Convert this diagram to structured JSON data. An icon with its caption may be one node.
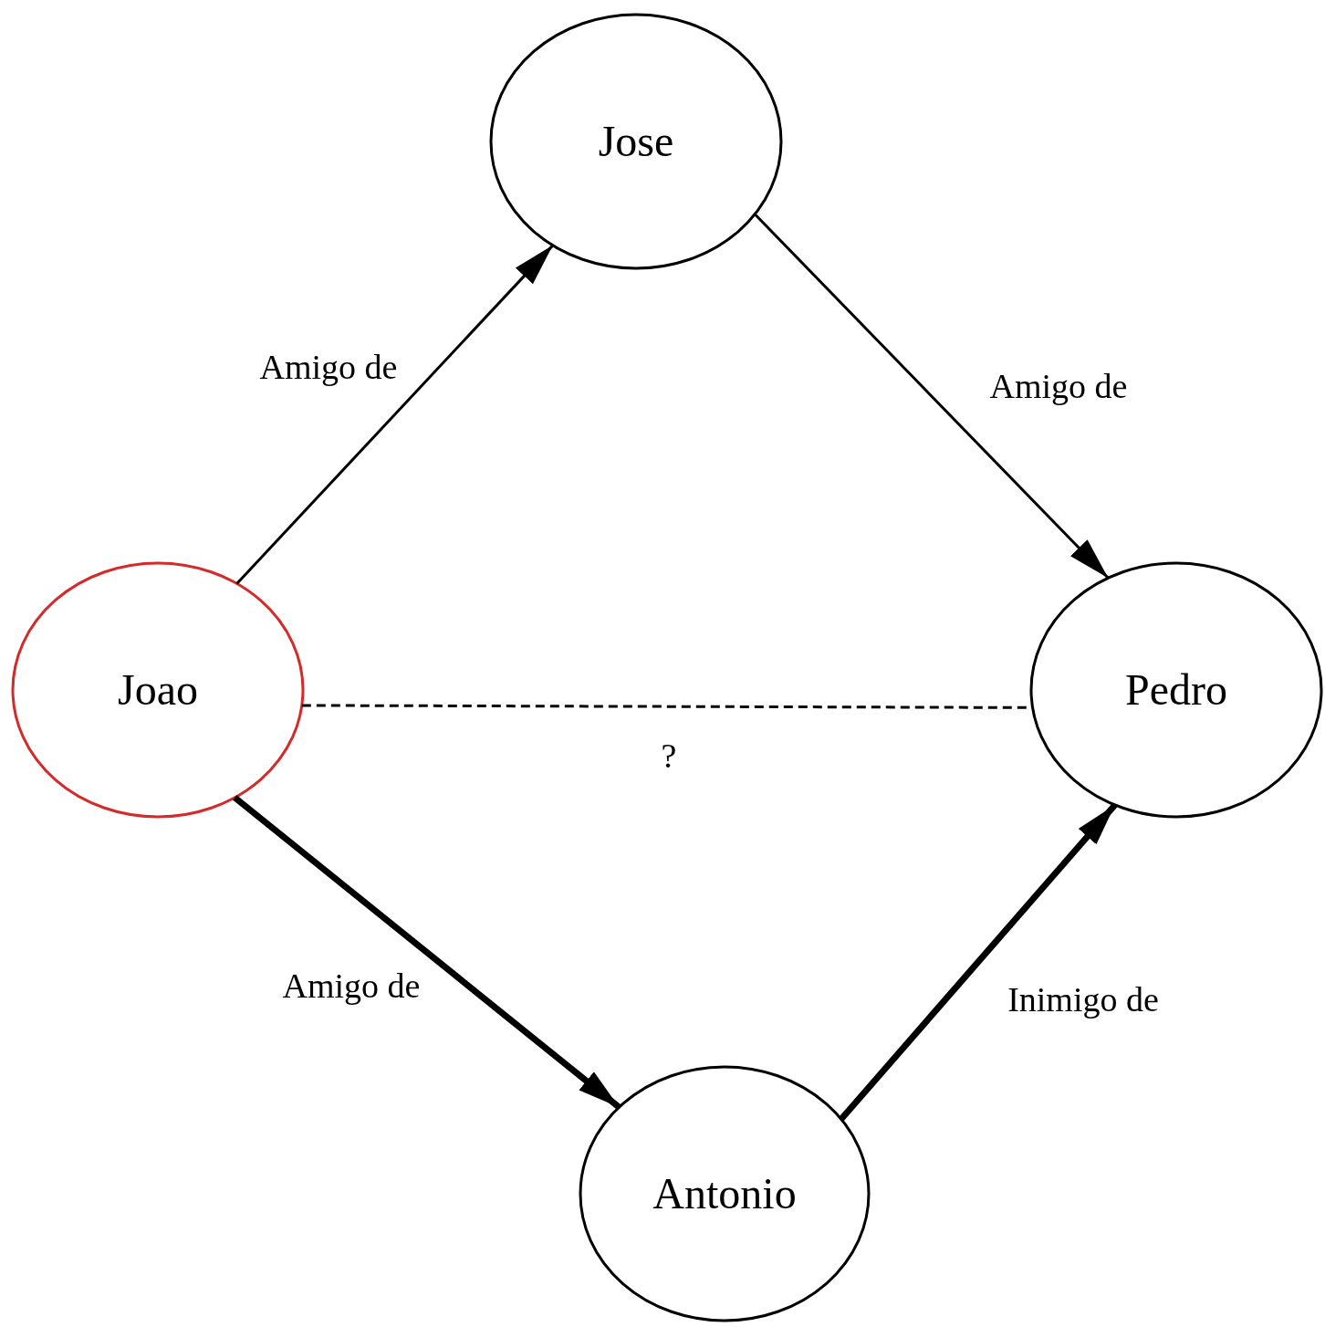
{
  "diagram": {
    "nodes": [
      {
        "text": [
          "Joao"
        ]
      },
      {
        "text": [
          "Jose"
        ]
      },
      {
        "text": [
          "Pedro"
        ]
      },
      {
        "text": [
          "Antonio"
        ]
      }
    ],
    "edges": [
      {
        "from": 0,
        "to": 1,
        "arrow": "to",
        "label": "Amigo de"
      },
      {
        "from": 1,
        "to": 2,
        "arrow": "to",
        "label": "Amigo de"
      },
      {
        "from": 0,
        "to": 3,
        "arrow": "to",
        "label": "Amigo de",
        "style": "thick"
      },
      {
        "from": 3,
        "to": 2,
        "arrow": "to",
        "label": "Inimigo de",
        "style": "thick"
      },
      {
        "from": 0,
        "to": 2,
        "arrow": "none",
        "label": "?",
        "style": "dashed"
      }
    ]
  }
}
